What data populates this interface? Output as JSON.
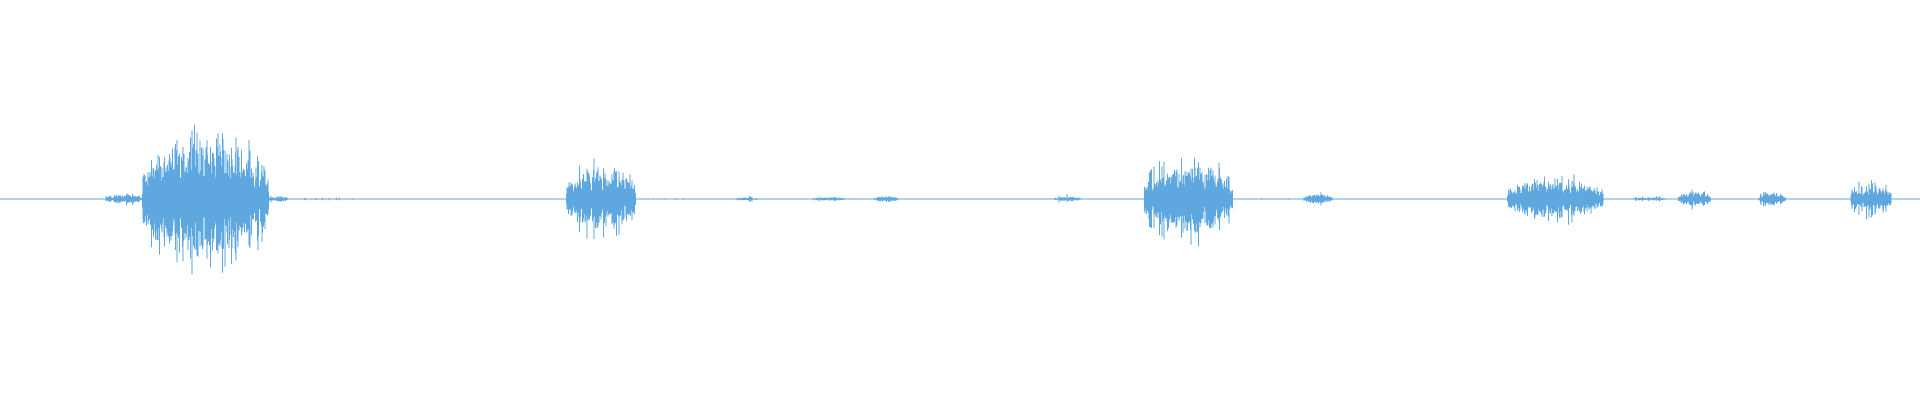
{
  "waveform": {
    "color": "#5fa8df",
    "baseline_color": "#5fa8df",
    "amplitude_scale": 1.0,
    "segments": [
      {
        "start": 0.0,
        "end": 0.055,
        "peak": 0.004,
        "density": 0.25
      },
      {
        "start": 0.055,
        "end": 0.074,
        "peak": 0.04,
        "density": 0.9
      },
      {
        "start": 0.074,
        "end": 0.14,
        "peak": 0.5,
        "density": 1.0
      },
      {
        "start": 0.14,
        "end": 0.15,
        "peak": 0.03,
        "density": 0.7
      },
      {
        "start": 0.15,
        "end": 0.187,
        "peak": 0.01,
        "density": 0.4
      },
      {
        "start": 0.187,
        "end": 0.295,
        "peak": 0.004,
        "density": 0.25
      },
      {
        "start": 0.295,
        "end": 0.331,
        "peak": 0.27,
        "density": 0.9
      },
      {
        "start": 0.331,
        "end": 0.383,
        "peak": 0.006,
        "density": 0.25
      },
      {
        "start": 0.383,
        "end": 0.395,
        "peak": 0.02,
        "density": 0.6
      },
      {
        "start": 0.395,
        "end": 0.423,
        "peak": 0.005,
        "density": 0.25
      },
      {
        "start": 0.423,
        "end": 0.44,
        "peak": 0.025,
        "density": 0.6
      },
      {
        "start": 0.44,
        "end": 0.455,
        "peak": 0.005,
        "density": 0.25
      },
      {
        "start": 0.455,
        "end": 0.468,
        "peak": 0.035,
        "density": 0.6
      },
      {
        "start": 0.468,
        "end": 0.549,
        "peak": 0.004,
        "density": 0.25
      },
      {
        "start": 0.549,
        "end": 0.563,
        "peak": 0.03,
        "density": 0.6
      },
      {
        "start": 0.563,
        "end": 0.596,
        "peak": 0.004,
        "density": 0.25
      },
      {
        "start": 0.596,
        "end": 0.642,
        "peak": 0.31,
        "density": 0.9
      },
      {
        "start": 0.642,
        "end": 0.679,
        "peak": 0.006,
        "density": 0.25
      },
      {
        "start": 0.679,
        "end": 0.694,
        "peak": 0.05,
        "density": 0.7
      },
      {
        "start": 0.694,
        "end": 0.785,
        "peak": 0.004,
        "density": 0.25
      },
      {
        "start": 0.785,
        "end": 0.835,
        "peak": 0.17,
        "density": 0.95
      },
      {
        "start": 0.835,
        "end": 0.85,
        "peak": 0.006,
        "density": 0.25
      },
      {
        "start": 0.85,
        "end": 0.868,
        "peak": 0.02,
        "density": 0.6
      },
      {
        "start": 0.868,
        "end": 0.874,
        "peak": 0.004,
        "density": 0.25
      },
      {
        "start": 0.874,
        "end": 0.891,
        "peak": 0.07,
        "density": 0.8
      },
      {
        "start": 0.891,
        "end": 0.916,
        "peak": 0.005,
        "density": 0.25
      },
      {
        "start": 0.916,
        "end": 0.93,
        "peak": 0.06,
        "density": 0.8
      },
      {
        "start": 0.93,
        "end": 0.964,
        "peak": 0.004,
        "density": 0.25
      },
      {
        "start": 0.964,
        "end": 0.985,
        "peak": 0.13,
        "density": 0.85
      },
      {
        "start": 0.985,
        "end": 1.0,
        "peak": 0.004,
        "density": 0.25
      }
    ]
  }
}
